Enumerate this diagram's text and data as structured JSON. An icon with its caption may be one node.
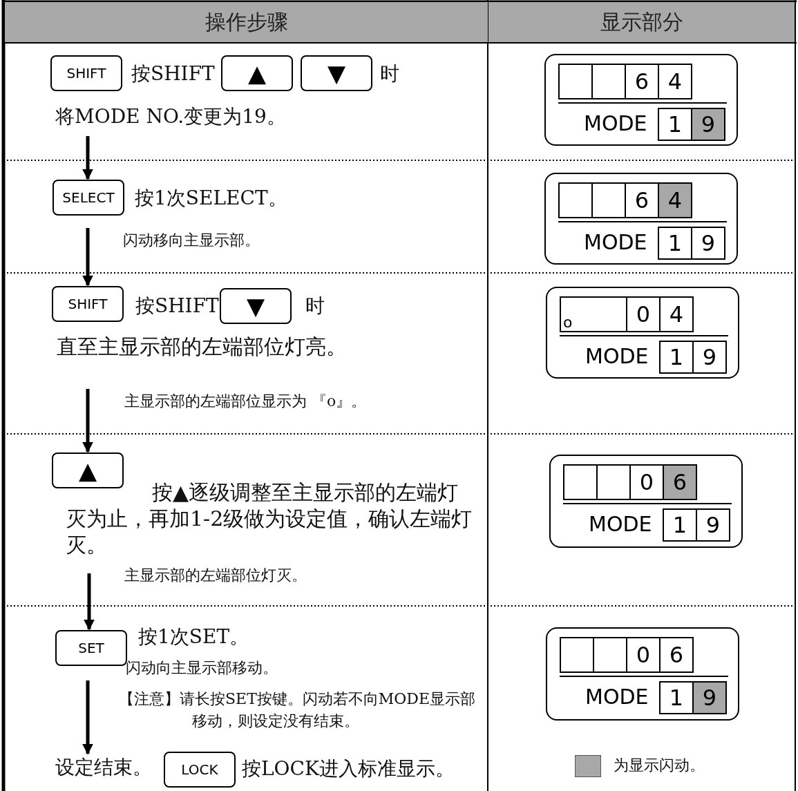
{
  "diagram": {
    "nodes": [
      {
        "text": [
          "SHIFT"
        ]
      },
      {
        "text": [
          "▲"
        ]
      },
      {
        "text": [
          "▼"
        ]
      },
      {
        "text": [
          "6",
          "4",
          "MODE",
          "1",
          "9"
        ]
      },
      {
        "text": [
          "SELECT"
        ]
      },
      {
        "text": [
          "6",
          "4",
          "MODE",
          "1",
          "9"
        ]
      },
      {
        "text": [
          "SHIFT"
        ]
      },
      {
        "text": [
          "▼"
        ]
      },
      {
        "text": [
          "o",
          "0",
          "4",
          "MODE",
          "1",
          "9"
        ]
      },
      {
        "text": [
          "▲"
        ]
      },
      {
        "text": [
          "0",
          "6",
          "MODE",
          "1",
          "9"
        ]
      },
      {
        "text": [
          "SET"
        ]
      },
      {
        "text": [
          "0",
          "6",
          "MODE",
          "1",
          "9"
        ]
      },
      {
        "text": [
          "设定结束。"
        ]
      },
      {
        "text": [
          "LOCK"
        ]
      }
    ],
    "edges": [
      {
        "from": null,
        "to": 4,
        "arrow": "to"
      },
      {
        "from": null,
        "to": 6,
        "arrow": "to"
      },
      {
        "from": null,
        "to": 9,
        "arrow": "to"
      },
      {
        "from": null,
        "to": 11,
        "arrow": "to"
      },
      {
        "from": null,
        "to": 13,
        "arrow": "to"
      }
    ],
    "labels": [
      "操作步骤",
      "显示部分",
      "按SHIFT",
      "时",
      "将MODE NO.变更为19。",
      "按1次SELECT。",
      "闪动移向主显示部。",
      "按SHIFT",
      "时",
      "直至主显示部的左端部位灯亮。",
      "主显示部的左端部位显示为 『o』。",
      "按▲逐级调整至主显示部的左端灯灭为止，再加1-2级做为设定值，确认左端灯灭。",
      "主显示部的左端部位灯灭。",
      "按1次SET。",
      "闪动向主显示部移动。",
      "【注意】请长按SET按键。闪动若不向MODE显示部移动，则设定没有结束。",
      "按LOCK进入标准显示。"
    ],
    "legend": [
      {
        "text": "为显示闪动。",
        "color": "#a8a8a8"
      }
    ]
  }
}
